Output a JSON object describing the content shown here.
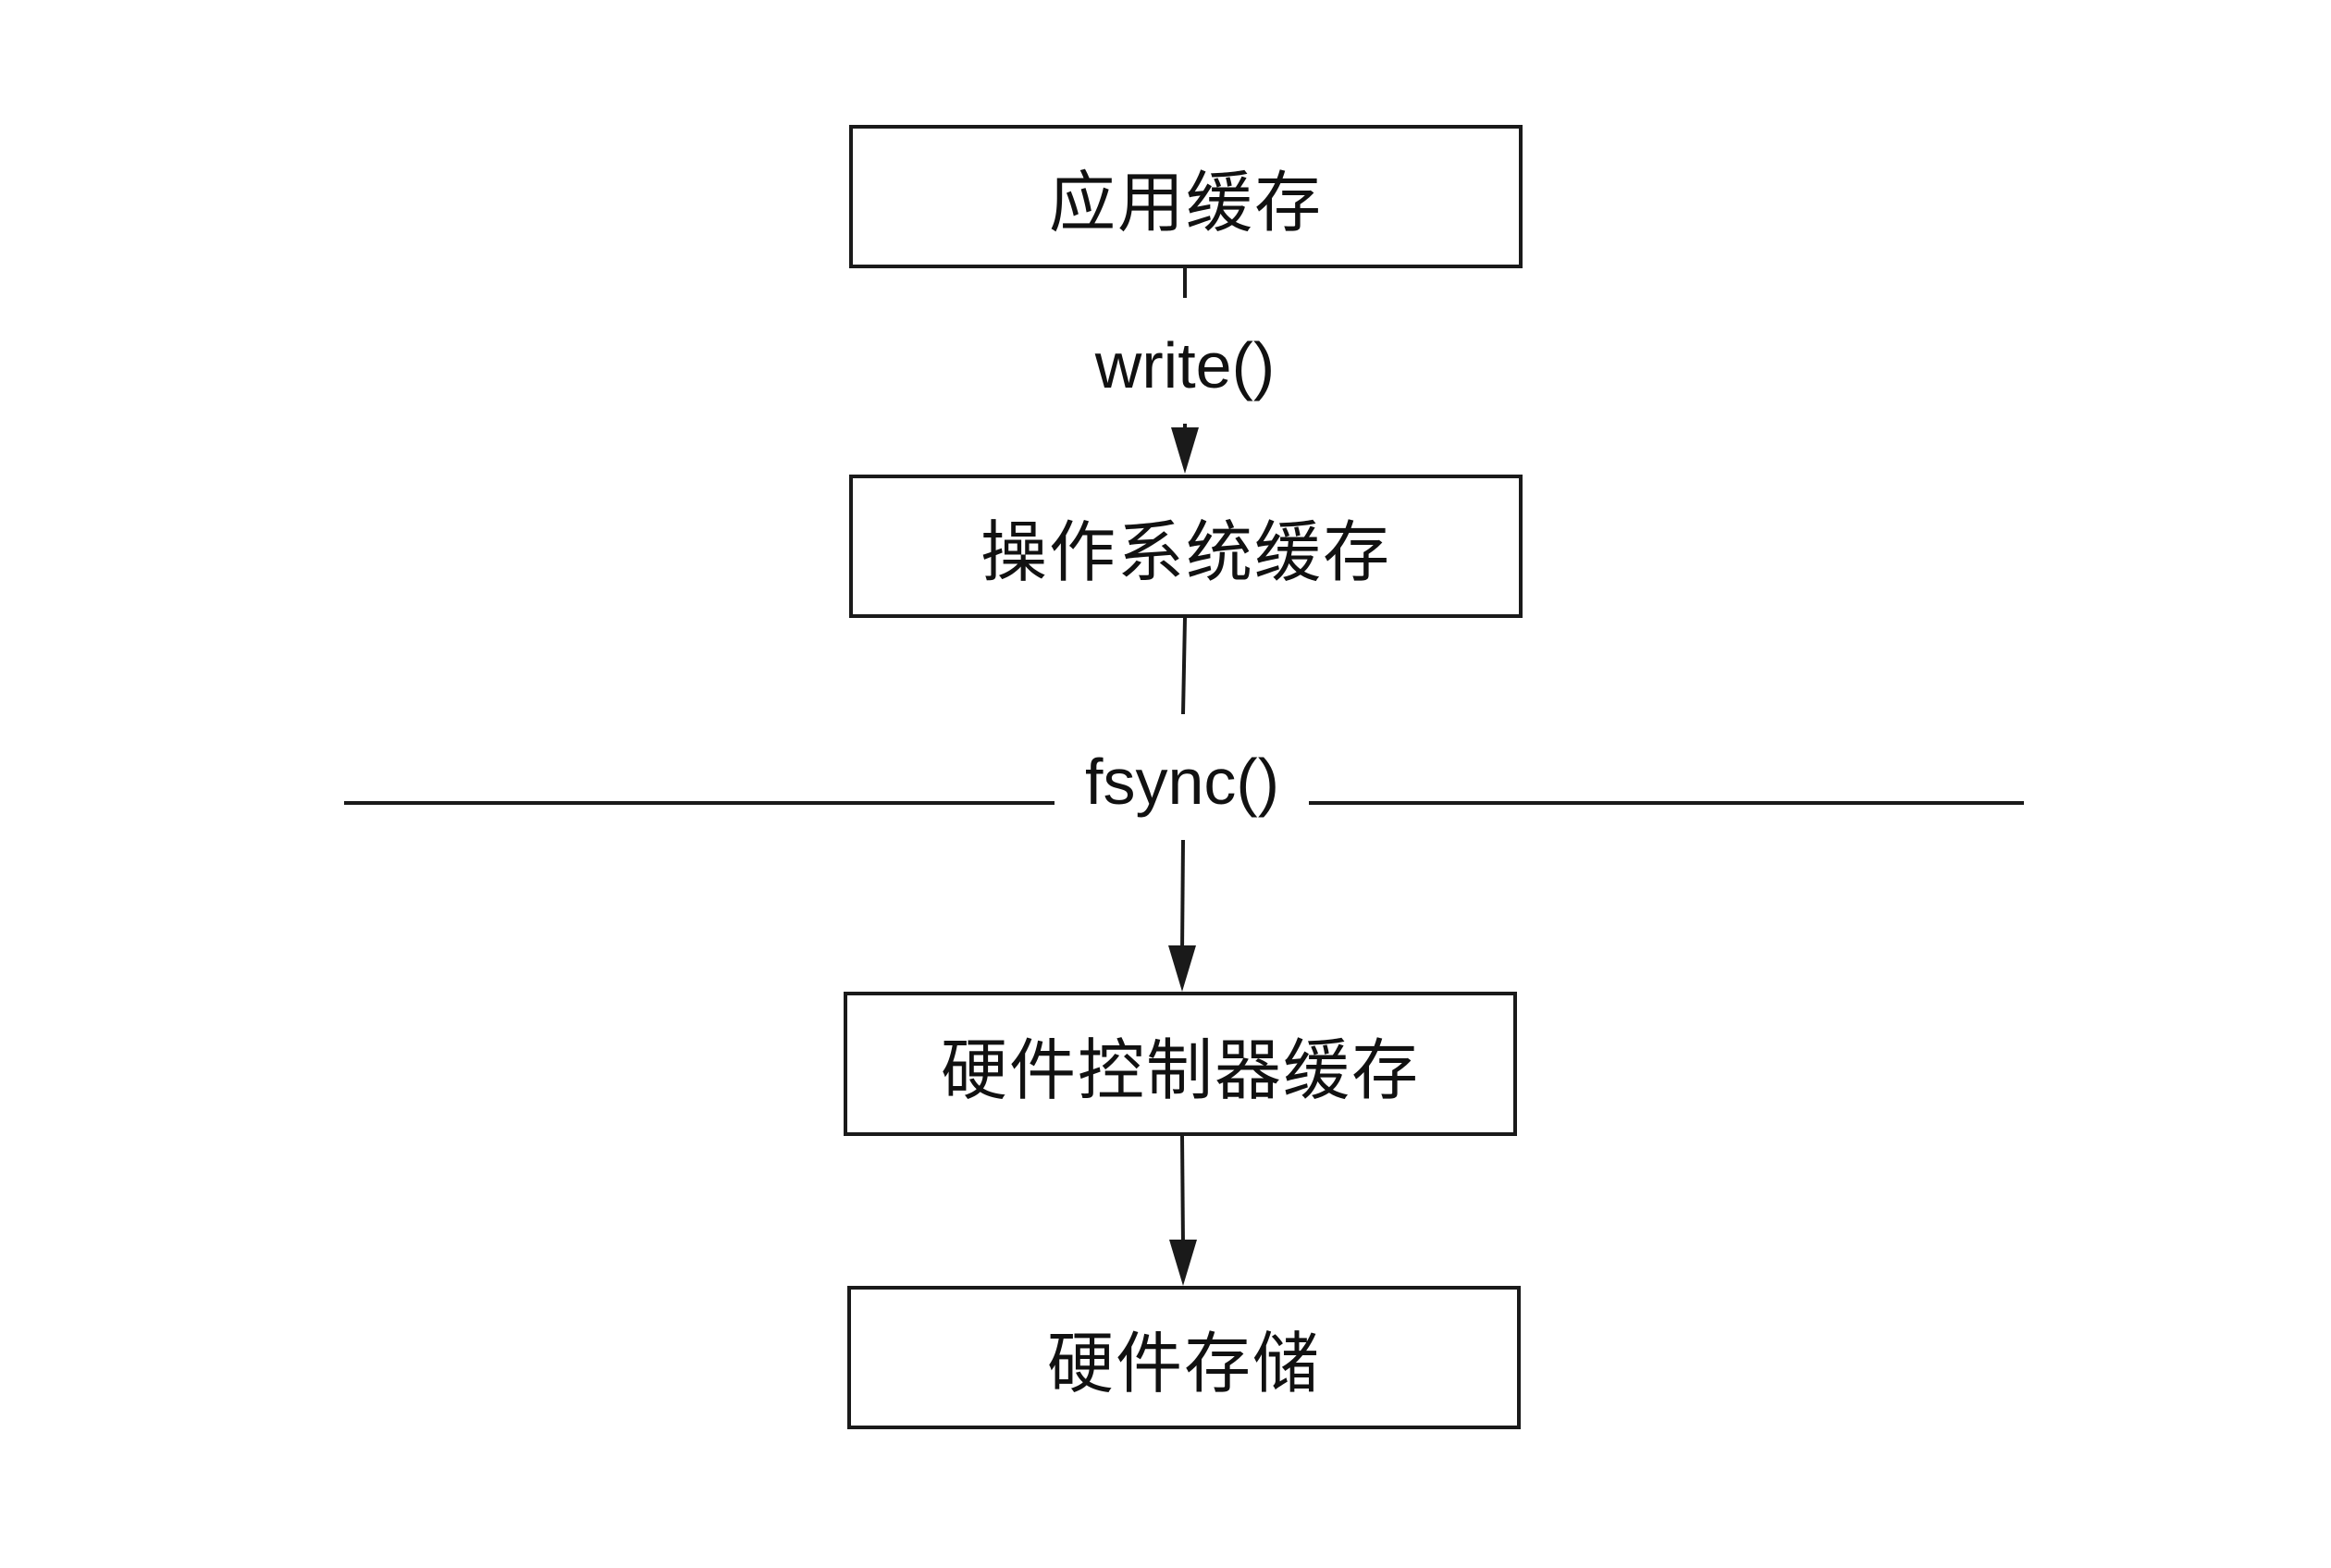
{
  "diagram": {
    "nodes": {
      "app_cache": "应用缓存",
      "os_cache": "操作系统缓存",
      "hw_controller_cache": "硬件控制器缓存",
      "hw_storage": "硬件存储"
    },
    "edges": {
      "write_label": "write()",
      "fsync_label": "fsync()"
    },
    "colors": {
      "stroke": "#1a1a1a",
      "text": "#111111",
      "background": "#ffffff"
    }
  }
}
